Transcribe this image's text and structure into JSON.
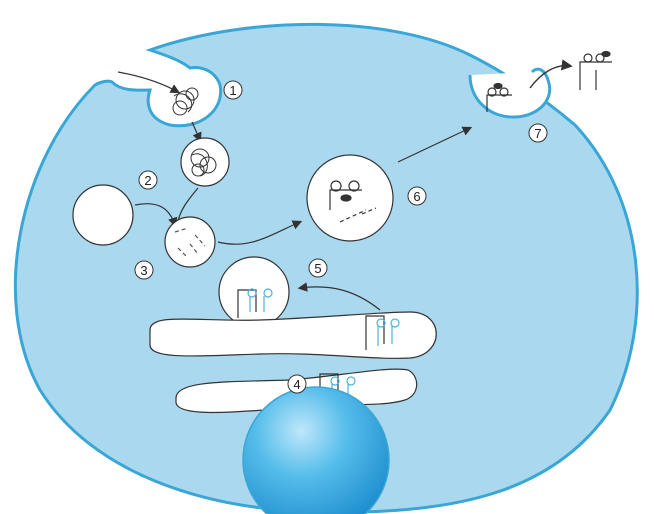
{
  "diagram": {
    "colors": {
      "cytoplasm": "#a9d8ef",
      "membrane": "#3aa6d6",
      "nucleus": "#2fa8e3",
      "nucleus_highlight": "#bfe7fb",
      "organelle_fill": "#ffffff",
      "line": "#333333",
      "antigen_blue": "#4ab3e0"
    },
    "steps": [
      {
        "label": "1"
      },
      {
        "label": "2"
      },
      {
        "label": "3"
      },
      {
        "label": "4"
      },
      {
        "label": "5"
      },
      {
        "label": "6"
      },
      {
        "label": "7"
      }
    ]
  }
}
